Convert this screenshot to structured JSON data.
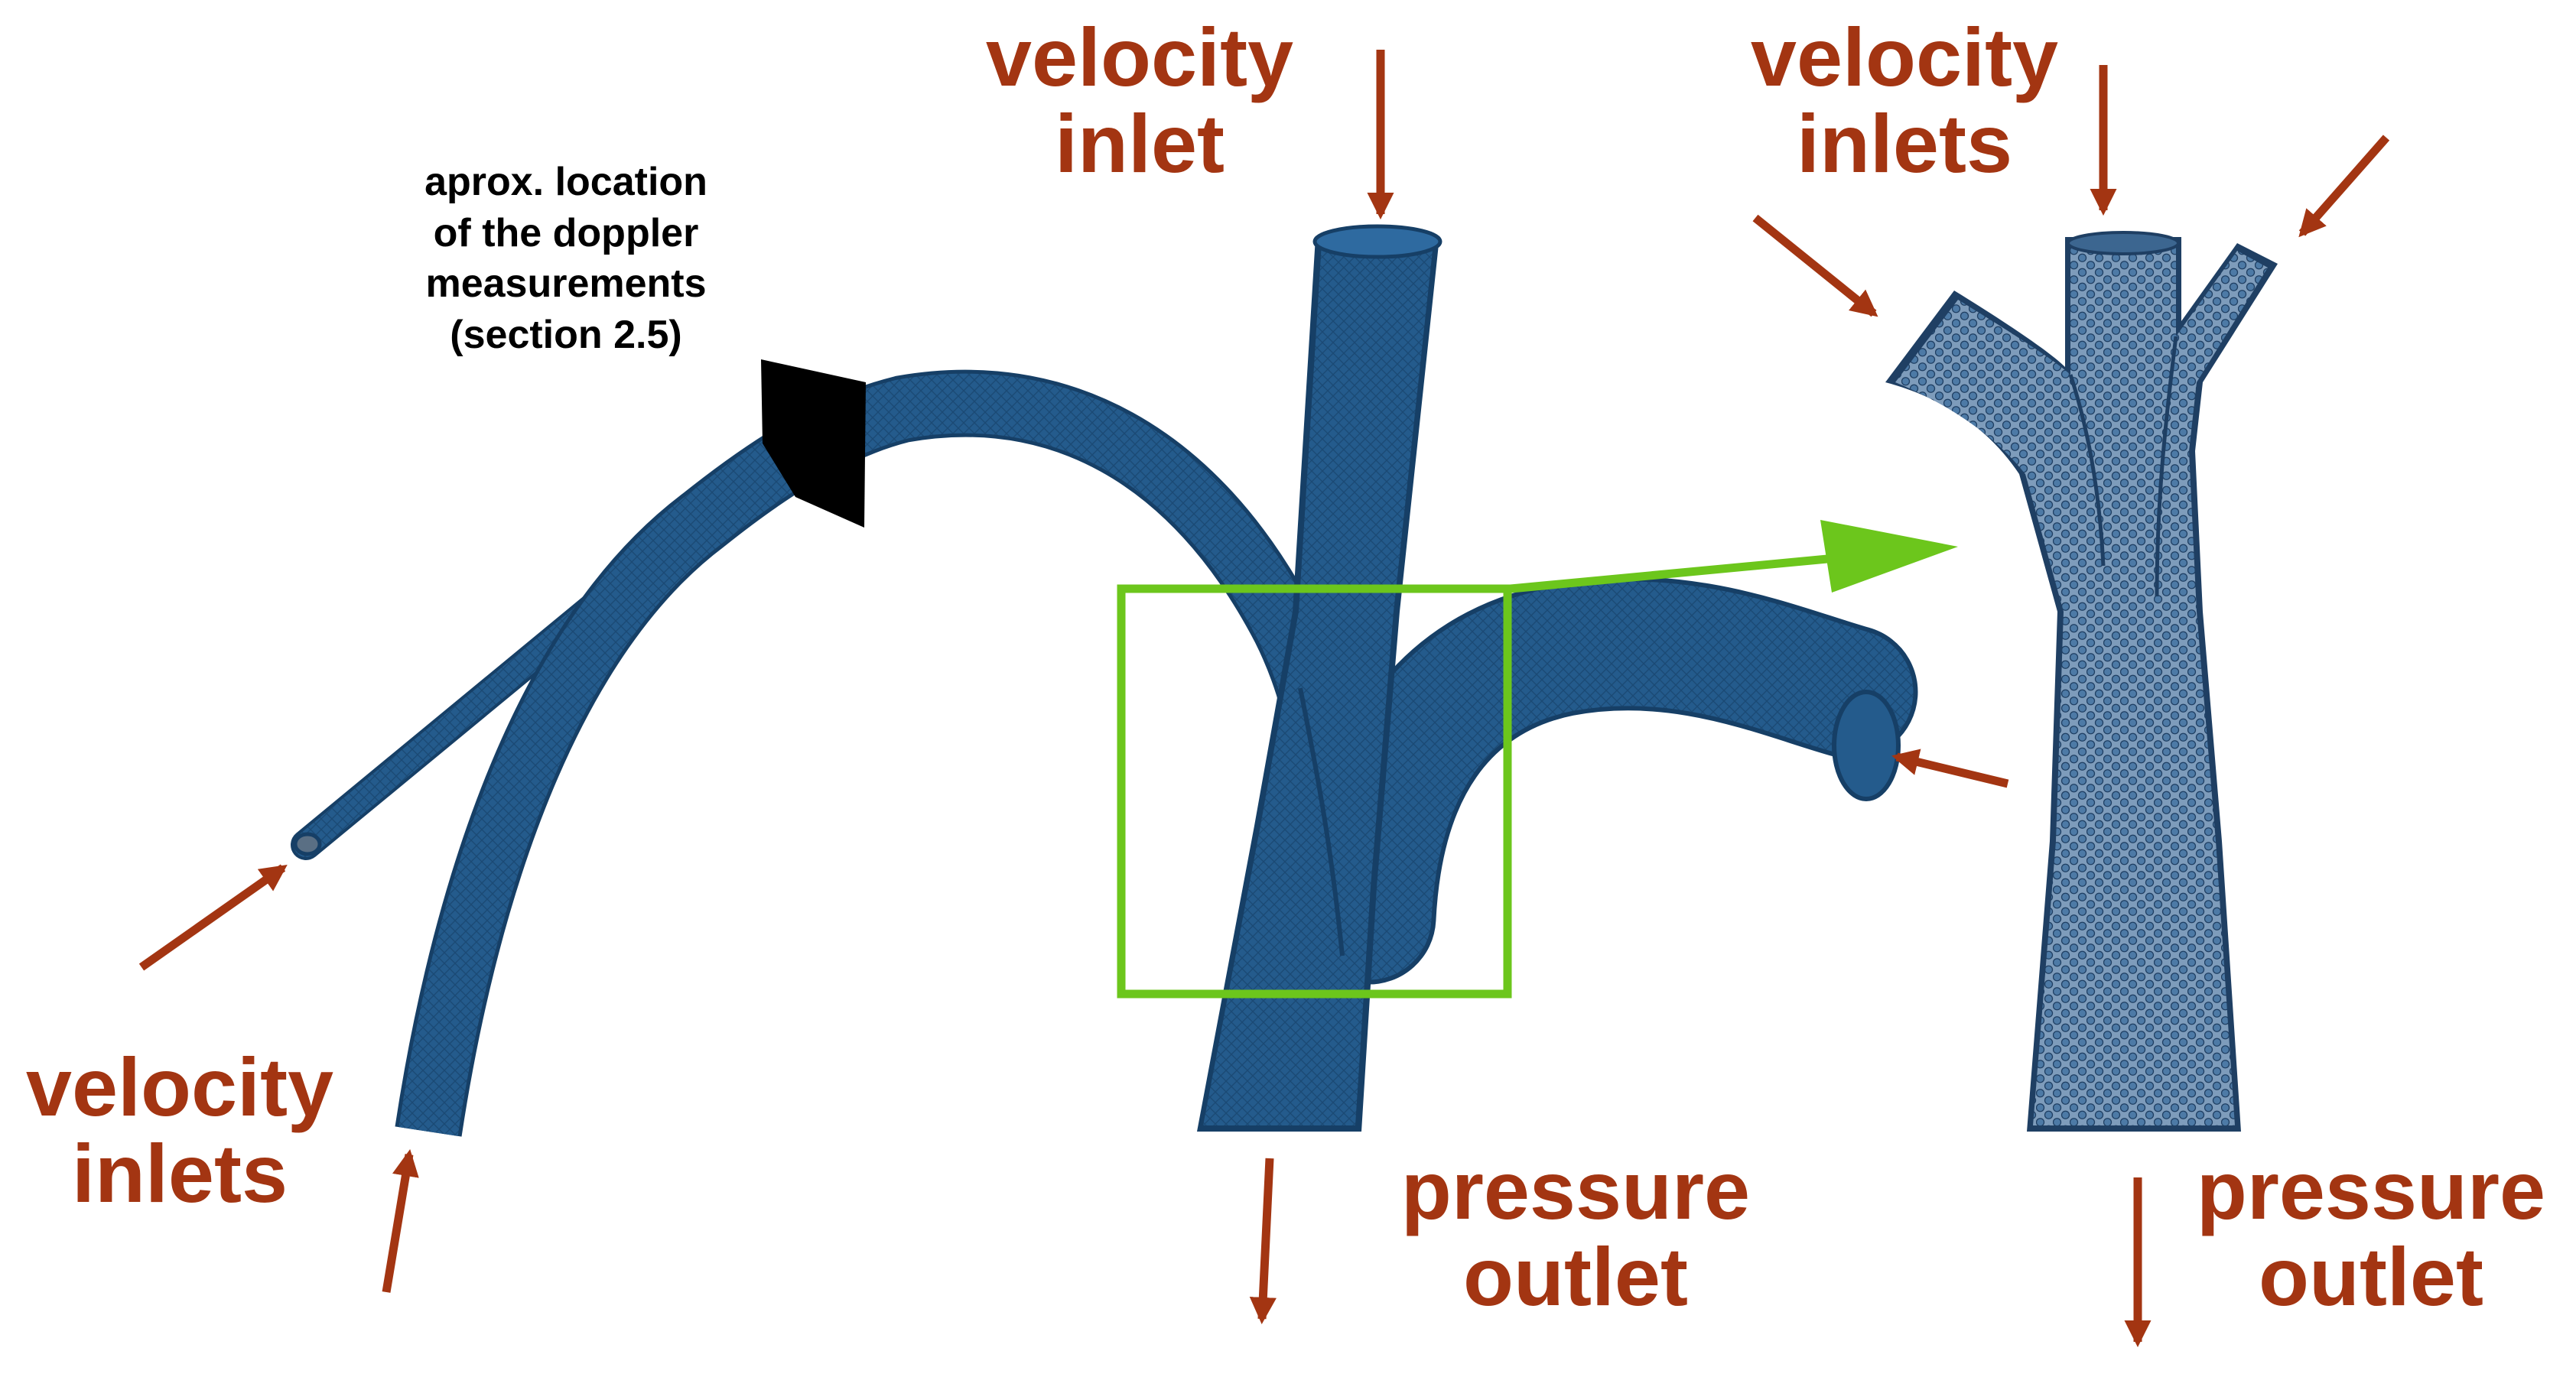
{
  "colors": {
    "vessel": "#245b8c",
    "vessel_dark": "#163f66",
    "vessel_light": "#3a7cb3",
    "mesh_panel": "#3f6a93",
    "arrow": "#a33512",
    "label": "#a33512",
    "zoom_box": "#6cc61c",
    "doppler_plane": "#000000"
  },
  "labels": {
    "velocity_inlet_top": [
      "velocity",
      "inlet"
    ],
    "velocity_inlets_left": [
      "velocity",
      "inlets"
    ],
    "velocity_inlets_right": [
      "velocity",
      "inlets"
    ],
    "pressure_outlet_center": [
      "pressure",
      "outlet"
    ],
    "pressure_outlet_right": [
      "pressure",
      "outlet"
    ],
    "doppler_note": [
      "aprox. location",
      "of the doppler",
      "measurements",
      "(section 2.5)"
    ]
  },
  "icons": {
    "arrow": "red-arrow",
    "zoom_arrow": "green-arrow",
    "doppler_plane": "black-plane"
  }
}
